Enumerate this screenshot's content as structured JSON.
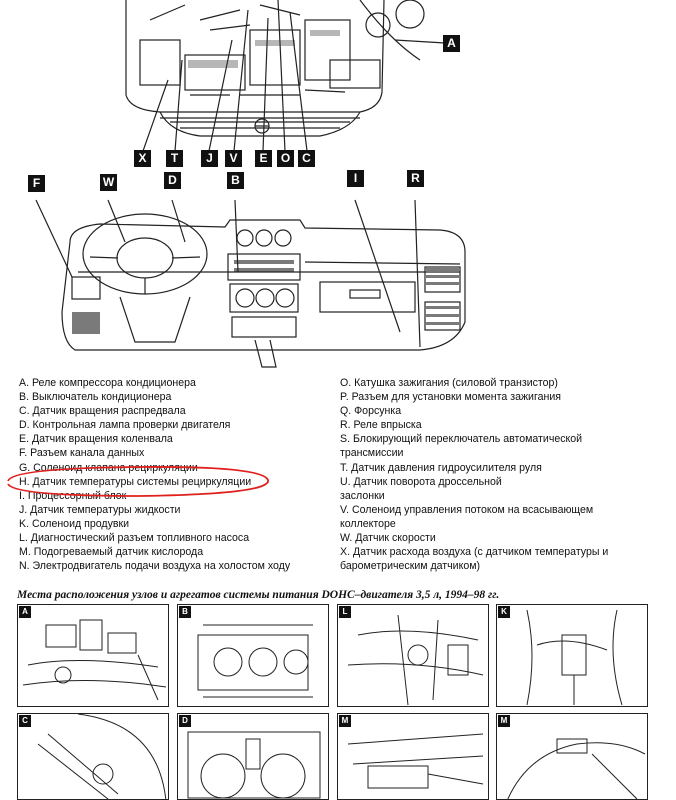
{
  "top_diagram_labels": [
    "A",
    "X",
    "T",
    "J",
    "V",
    "E",
    "O",
    "C"
  ],
  "dash_labels": [
    "F",
    "W",
    "D",
    "B",
    "I",
    "R"
  ],
  "legend_left": [
    "A. Реле компрессора кондиционера",
    "B. Выключатель кондиционера",
    "C. Датчик вращения распредвала",
    "D. Контрольная лампа проверки двигателя",
    "E. Датчик вращения коленвала",
    "F. Разъем канала данных",
    "G. Соленоид клапана рециркуляции",
    "H. Датчик температуры системы рециркуляции",
    "I. Процессорный блок",
    "J. Датчик температуры жидкости",
    "K. Соленоид продувки",
    "L. Диагностический разъем топливного насоса",
    "M. Подогреваемый датчик кислорода",
    "N. Электродвигатель подачи воздуха на холостом ходу"
  ],
  "legend_right": [
    "O. Катушка зажигания (силовой транзистор)",
    "P. Разъем для установки момента зажигания",
    "Q. Форсунка",
    "R. Реле впрыска",
    "S. Блокирующий переключатель автоматической",
    "трансмиссии",
    "T. Датчик давления гидроусилителя руля",
    "U. Датчик поворота дроссельной",
    "заслонки",
    "V. Соленоид управления потоком на всасывающем",
    "коллекторе",
    "W. Датчик скорости",
    "X. Датчик расхода воздуха (с датчиком температуры и",
    "барометрическим датчиком)"
  ],
  "caption": "Места расположения узлов и агрегатов системы питания DOHC–двигателя 3,5 л, 1994–98 гг.",
  "panels": [
    "A",
    "B",
    "L",
    "K",
    "C",
    "D",
    "M",
    "M"
  ],
  "highlight_color": "#e0201c"
}
